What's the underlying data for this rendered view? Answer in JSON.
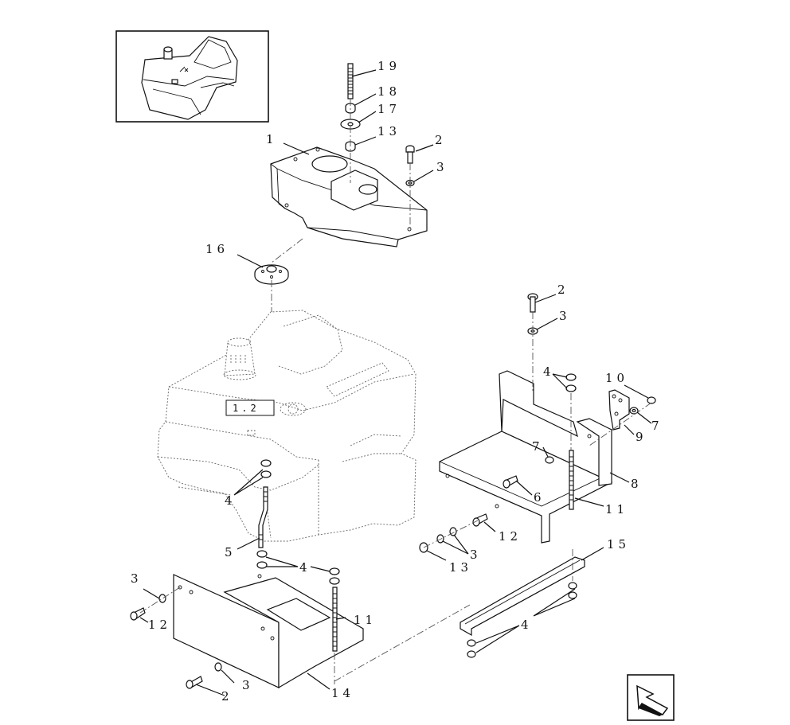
{
  "callouts": {
    "c19": "19",
    "c18": "18",
    "c17": "17",
    "c13a": "13",
    "c1": "1",
    "c2a": "2",
    "c3a": "3",
    "c16": "16",
    "c2b": "2",
    "c3b": "3",
    "c4a": "4",
    "c10": "10",
    "c7a": "7",
    "c9": "9",
    "c7b": "7",
    "c8": "8",
    "c6": "6",
    "c11a": "11",
    "c12a": "12",
    "c3c": "3",
    "c13b": "13",
    "c15": "15",
    "c4b": "4",
    "c4c": "4",
    "c5": "5",
    "c4d": "4",
    "c3d": "3",
    "c12b": "12",
    "c11b": "11",
    "c3e": "3",
    "c2c": "2",
    "c14": "14"
  },
  "reference_box": "1.2",
  "icons": {
    "thumbnail": "fuel-tank-thumbnail-icon",
    "direction": "direction-arrow-icon"
  }
}
